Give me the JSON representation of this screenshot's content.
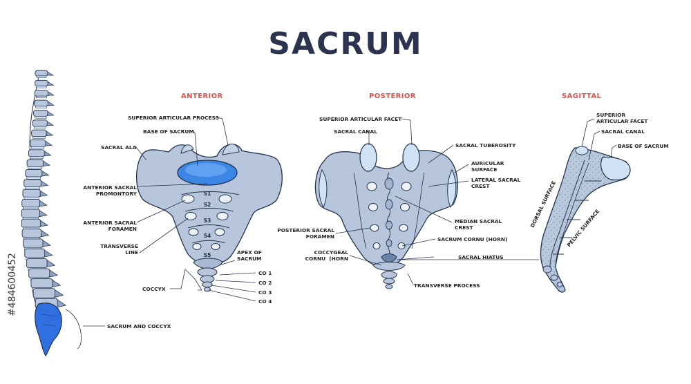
{
  "title": "SACRUM",
  "colors": {
    "title": "#2b3350",
    "section": "#d9534f",
    "bone": "#b7c6dc",
    "bone_dark": "#8ea3c2",
    "outline": "#22324a",
    "cartilage": "#cfe2f8",
    "highlight": "#3c86e6",
    "sacrum_blue": "#2f6fe0"
  },
  "sections": {
    "anterior": "ANTERIOR",
    "posterior": "POSTERIOR",
    "sagittal": "SAGITTAL"
  },
  "anterior_labels": {
    "superior_articular_process": "SUPERIOR ARTICULAR PROCESS",
    "base_of_sacrum": "BASE OF SACRUM",
    "sacral_ala": "SACRAL ALA",
    "promontory": "ANTERIOR SACRAL\nPROMONTORY",
    "foramen": "ANTERIOR SACRAL\nFORAMEN",
    "transverse_line": "TRANSVERSE\nLINE",
    "coccyx": "COCCYX",
    "apex": "APEX OF\nSACRUM",
    "s1": "S1",
    "s2": "S2",
    "s3": "S3",
    "s4": "S4",
    "s5": "S5",
    "co1": "CO 1",
    "co2": "CO 2",
    "co3": "CO 3",
    "co4": "CO 4"
  },
  "posterior_labels": {
    "superior_articular_facet": "SUPERIOR ARTICULAR FACET",
    "sacral_canal": "SACRAL CANAL",
    "sacral_tuberosity": "SACRAL TUBEROSITY",
    "auricular_surface": "AURICULAR\nSURFACE",
    "lateral_sacral_crest": "LATERAL SACRAL\nCREST",
    "median_sacral_crest": "MEDIAN SACRAL\nCREST",
    "posterior_sacral_foramen": "POSTERIOR SACRAL\nFORAMEN",
    "sacrum_cornu": "SACRUM CORNU (HORN)",
    "coccygeal_cornu": "COCCYGEAL\nCORNU  (HORN",
    "sacral_hiatus": "SACRAL HIATUS",
    "transverse_process": "TRANSVERSE PROCESS"
  },
  "sagittal_labels": {
    "superior_articular_facet": "SUPERIOR\nARTICULAR FACET",
    "sacral_canal": "SACRAL CANAL",
    "base_of_sacrum": "BASE OF SACRUM",
    "dorsal_surface": "DORSAL SURFACE",
    "pelvic_surface": "PELVIC SURFACE"
  },
  "spine_labels": {
    "sacrum_and_coccyx": "SACRUM AND COCCYX"
  },
  "watermark": "#484600452"
}
